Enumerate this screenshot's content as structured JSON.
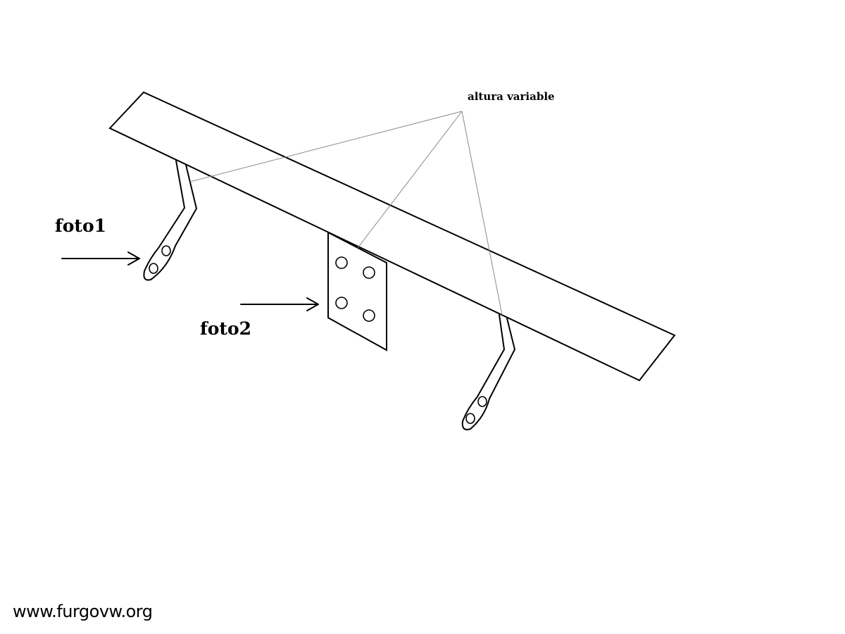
{
  "labels": {
    "altura": "altura variable",
    "foto1": "foto1",
    "foto2": "foto2"
  },
  "watermark": "www.furgovw.org",
  "colors": {
    "ink": "#000000",
    "background": "#ffffff",
    "guide_line": "#8a8a8a"
  }
}
